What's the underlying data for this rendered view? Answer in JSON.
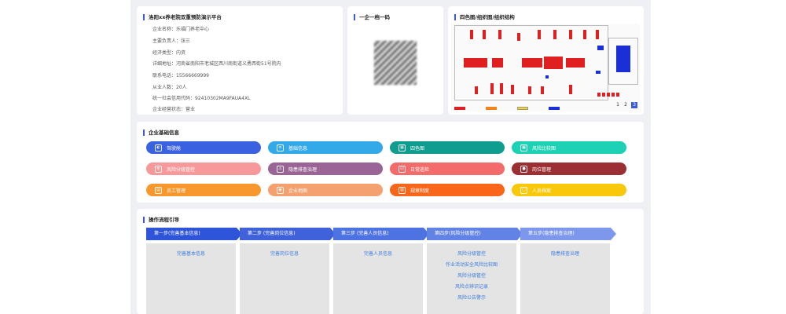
{
  "company": {
    "title": "洛阳xx养老院双重预防演示平台",
    "rows": [
      "企业名称：乐福门养老中心",
      "主要负责人：张三",
      "经济类型：内资",
      "详细地址：河南省南阳市老城区西川南街道义勇西街51号院内",
      "联系电话：15566669999",
      "从业人数：20人",
      "统一社会信用代码：92410302MA9FAUA4XL",
      "企业经营状态：营业"
    ]
  },
  "qrcode": {
    "title": "一企一档一码",
    "icon": "qr-code-image"
  },
  "map": {
    "title": "四色图/组织图/组织结构",
    "pages": [
      "1",
      "2",
      "3"
    ],
    "active_page": "3",
    "colors": {
      "red": "#e02020",
      "orange": "#f5841f",
      "yellow": "#ffd400",
      "blue": "#1a2fd6"
    }
  },
  "basic": {
    "title": "企业基础信息",
    "buttons": [
      {
        "label": "驾驶舱",
        "color": "#3a62e0",
        "icon": "dashboard-icon"
      },
      {
        "label": "基础信息",
        "color": "#34a9e8",
        "icon": "document-icon"
      },
      {
        "label": "四色图",
        "color": "#0e9d8e",
        "icon": "grid-icon"
      },
      {
        "label": "风险比较图",
        "color": "#1dd1b4",
        "icon": "image-icon"
      },
      {
        "label": "风险分级管控",
        "color": "#f7999a",
        "icon": "gear-icon"
      },
      {
        "label": "隐患排查治理",
        "color": "#9a6496",
        "icon": "warning-icon"
      },
      {
        "label": "日常巡检",
        "color": "#f46b6b",
        "icon": "check-list-icon"
      },
      {
        "label": "岗位管理",
        "color": "#9b2f33",
        "icon": "user-icon"
      },
      {
        "label": "员工管理",
        "color": "#f7972e",
        "icon": "id-card-icon"
      },
      {
        "label": "企业地图",
        "color": "#f5a16f",
        "icon": "map-pin-icon"
      },
      {
        "label": "规章制度",
        "color": "#f9661a",
        "icon": "book-icon"
      },
      {
        "label": "人员档案",
        "color": "#f9c80b",
        "icon": "profile-icon"
      }
    ]
  },
  "guide": {
    "title": "操作流程引导",
    "steps": [
      {
        "label": "第一步(完善基本信息)",
        "color": "#2d54d9",
        "links": [
          "完善基本信息"
        ]
      },
      {
        "label": "第二步 (完善岗位信息)",
        "color": "#3f62da",
        "links": [
          "完善岗位信息"
        ]
      },
      {
        "label": "第三步 (完善人员信息)",
        "color": "#4d72e2",
        "links": [
          "完善人员信息"
        ]
      },
      {
        "label": "第四步(风险分级管控)",
        "color": "#6183e6",
        "links": [
          "风险分级管控",
          "作业活动安全风险比较图",
          "风险分级管控",
          "风险点辨识记录",
          "风险公告警示"
        ]
      },
      {
        "label": "第五步(隐患排查治理)",
        "color": "#7c97ec",
        "links": [
          "隐患排查治理"
        ]
      }
    ]
  }
}
